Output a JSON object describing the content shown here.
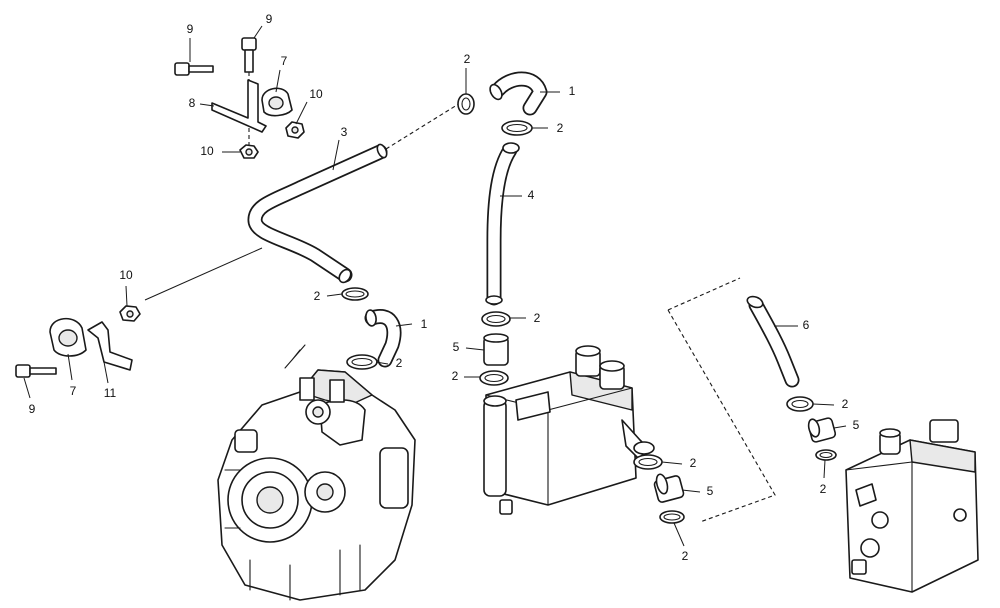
{
  "callouts": {
    "c9a": "9",
    "c9b": "9",
    "c7a": "7",
    "c8": "8",
    "c10a": "10",
    "c10b": "10",
    "c3": "3",
    "c2a": "2",
    "c1a": "1",
    "c2b": "2",
    "c4": "4",
    "c2c": "2",
    "c1b": "1",
    "c2d": "2",
    "c10c": "10",
    "c2e": "2",
    "c5a": "5",
    "c2f": "2",
    "c7b": "7",
    "c9c": "9",
    "c11": "11",
    "c6": "6",
    "c2g": "2",
    "c5b": "5",
    "c2h": "2",
    "c2i": "2",
    "c5c": "5",
    "c2j": "2"
  }
}
